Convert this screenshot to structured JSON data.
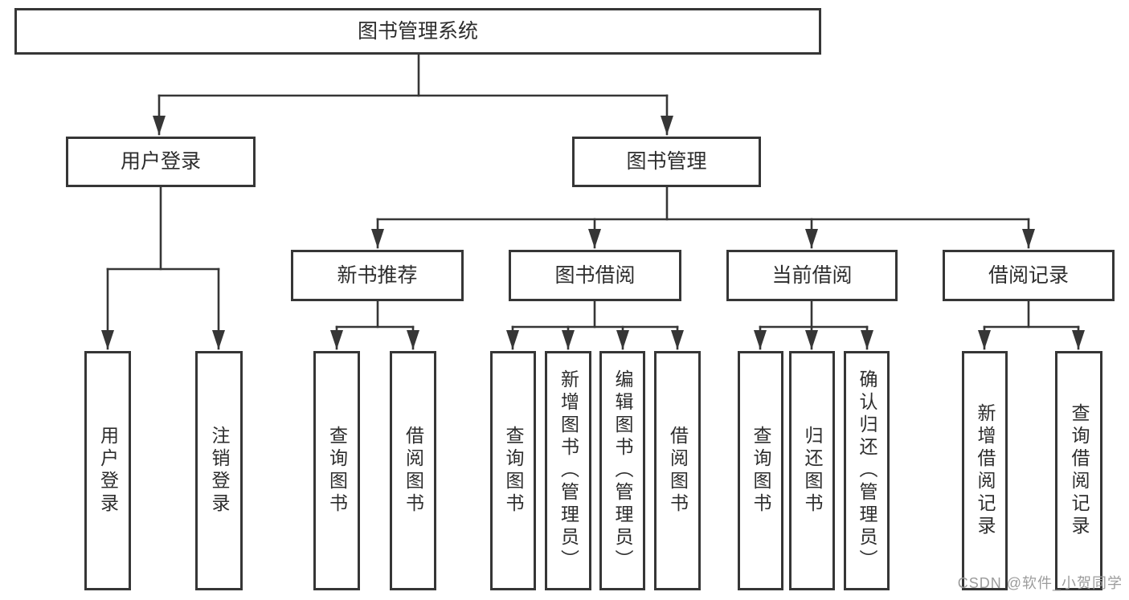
{
  "diagram_title": "图书管理系统",
  "tree": {
    "root": {
      "label": "图书管理系统"
    },
    "branches": [
      {
        "label": "用户登录",
        "children": [
          {
            "label": "用户登录"
          },
          {
            "label": "注销登录"
          }
        ]
      },
      {
        "label": "图书管理",
        "children": [
          {
            "label": "新书推荐",
            "children": [
              {
                "label": "查询图书"
              },
              {
                "label": "借阅图书"
              }
            ]
          },
          {
            "label": "图书借阅",
            "children": [
              {
                "label": "查询图书"
              },
              {
                "label": "新增图书（管理员）"
              },
              {
                "label": "编辑图书（管理员）"
              },
              {
                "label": "借阅图书"
              }
            ]
          },
          {
            "label": "当前借阅",
            "children": [
              {
                "label": "查询图书"
              },
              {
                "label": "归还图书"
              },
              {
                "label": "确认归还（管理员）"
              }
            ]
          },
          {
            "label": "借阅记录",
            "children": [
              {
                "label": "新增借阅记录"
              },
              {
                "label": "查询借阅记录"
              }
            ]
          }
        ]
      }
    ]
  },
  "watermark": {
    "text": "CSDN @软件_小贺同学"
  },
  "colors": {
    "line": "#363636",
    "box_border": "#363636",
    "box_fill": "#ffffff",
    "text": "#2d2d2d",
    "watermark": "#9c9c9c",
    "background": "#ffffff"
  }
}
